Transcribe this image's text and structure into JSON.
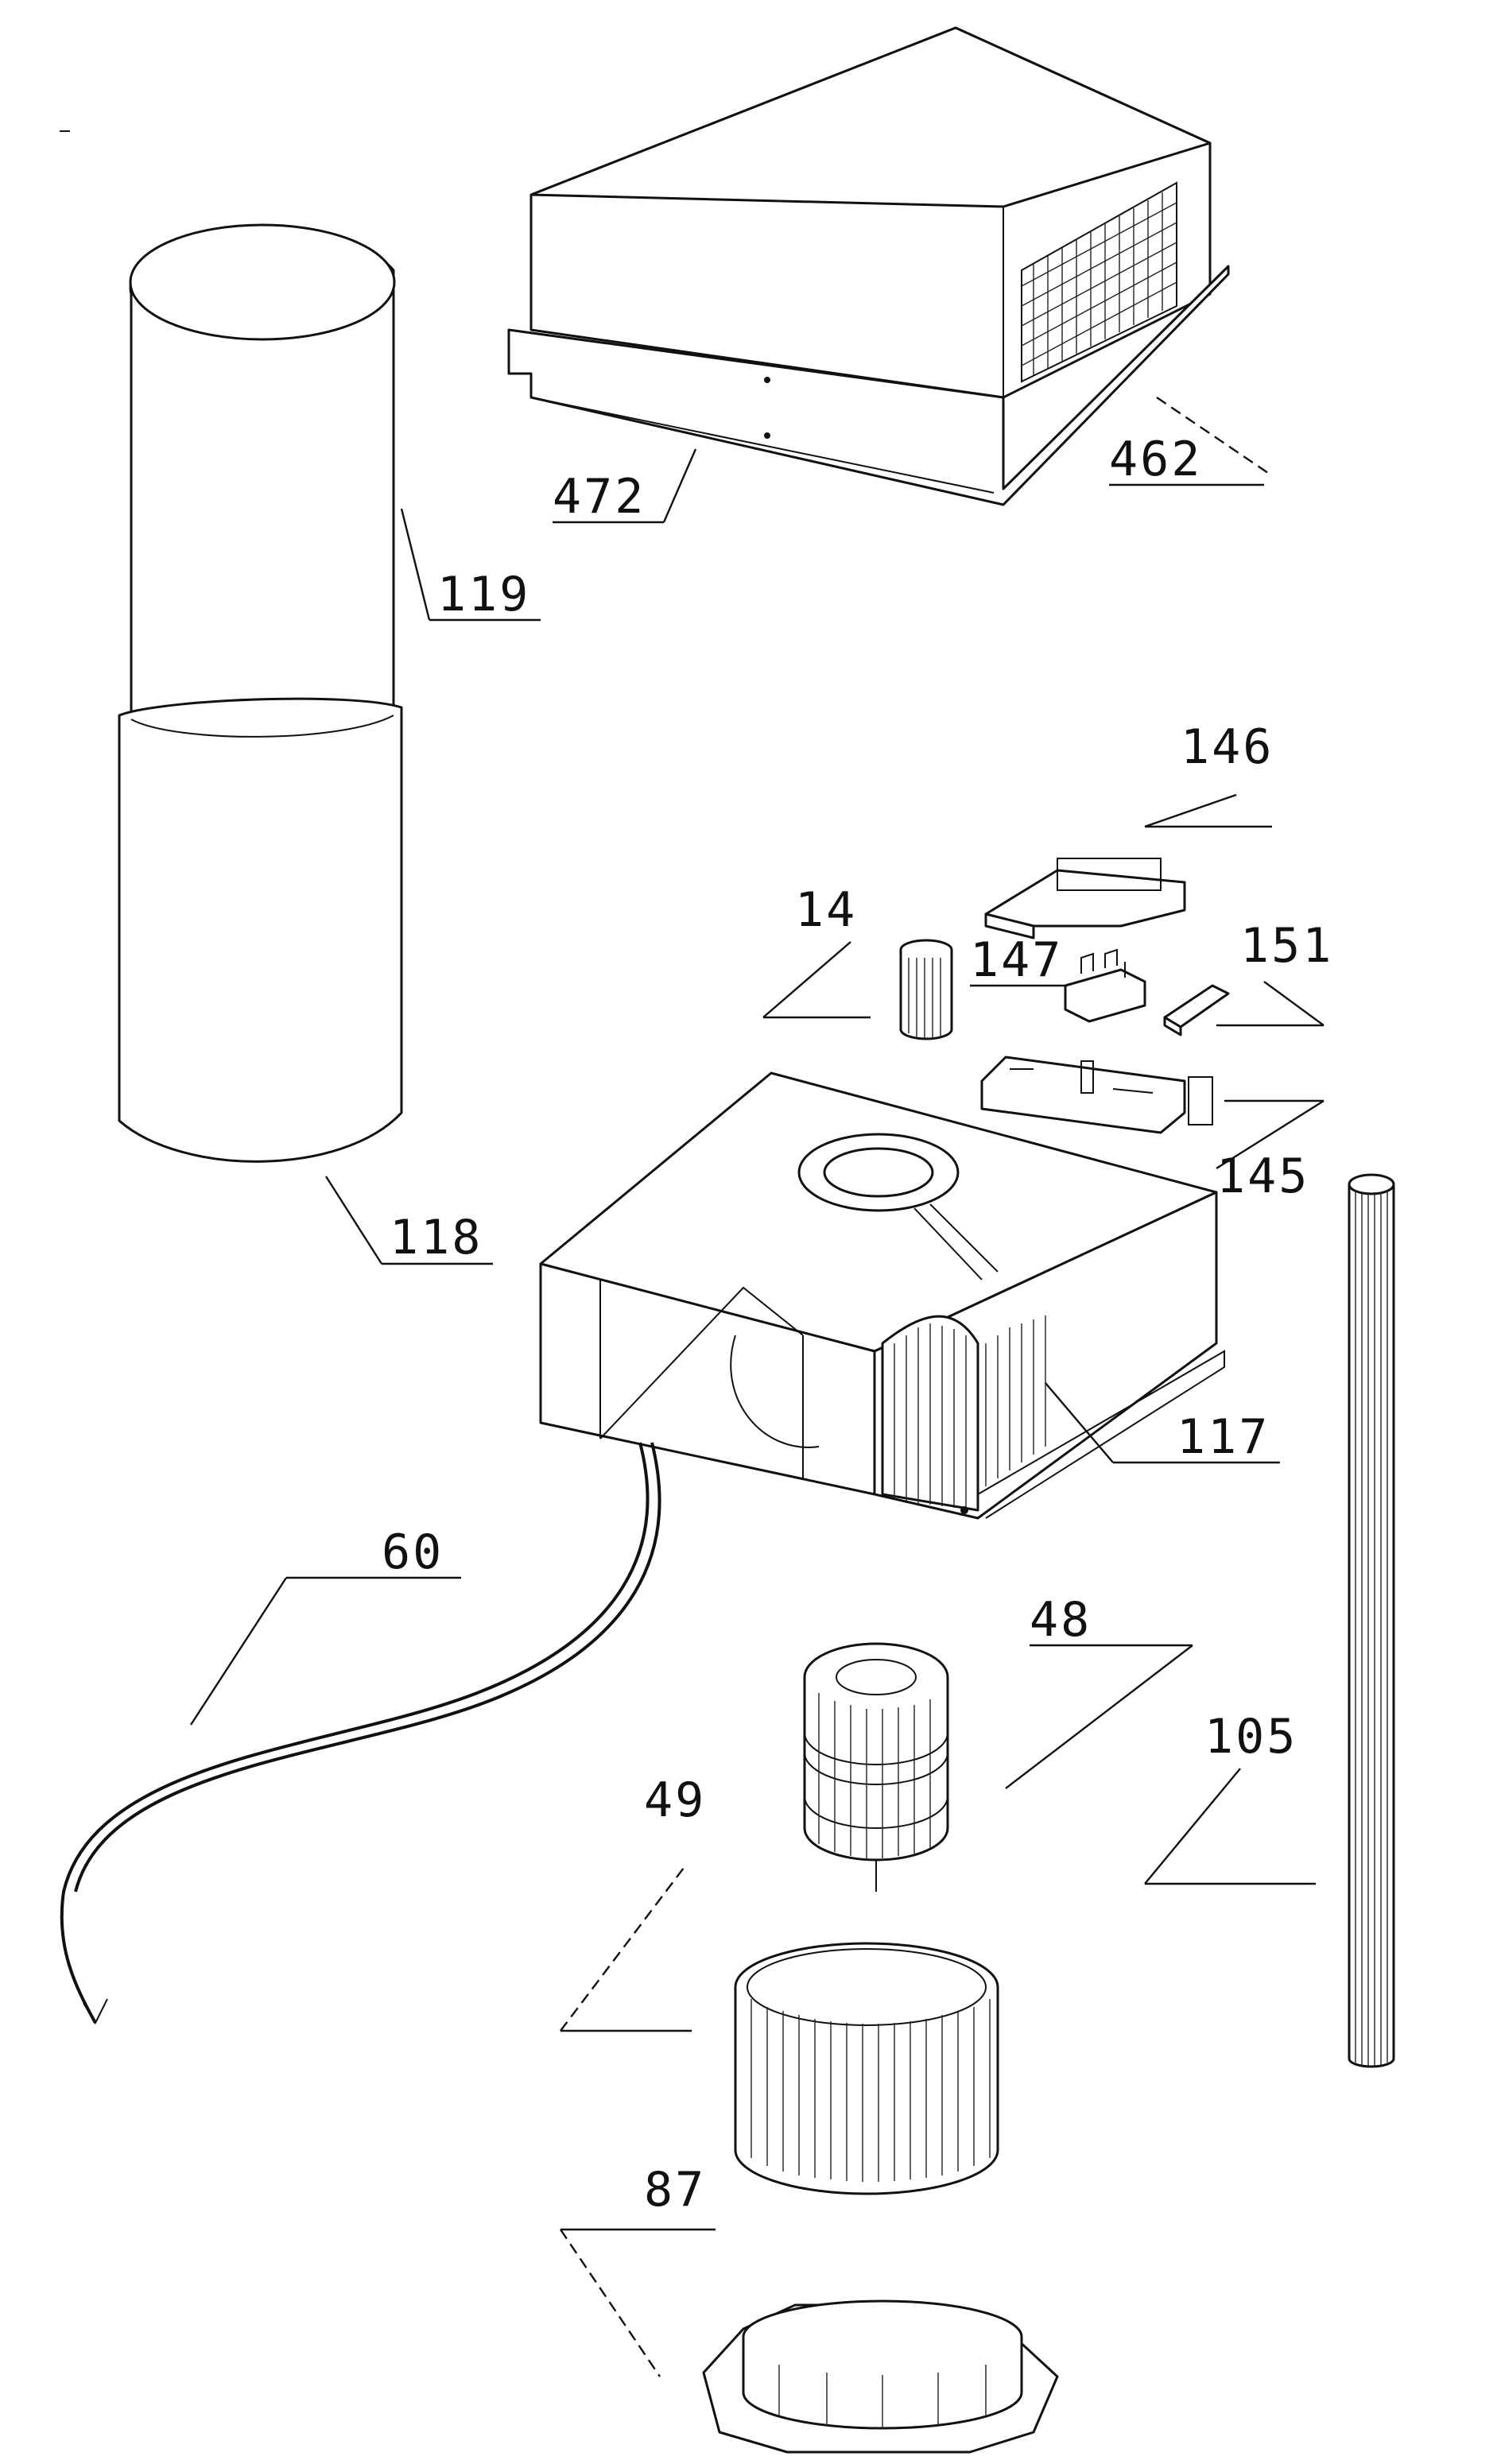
{
  "figure": {
    "labels": {
      "hood_cover": "462",
      "mounting_rail": "472",
      "upper_tube": "119",
      "lower_tube": "118",
      "filter_cover": "146",
      "knob": "14",
      "terminal_block": "147",
      "switch_key": "151",
      "control_board": "145",
      "fan_housing": "117",
      "rod": "105",
      "power_cable": "60",
      "motor": "48",
      "impeller": "49",
      "flange_ring": "87"
    }
  }
}
